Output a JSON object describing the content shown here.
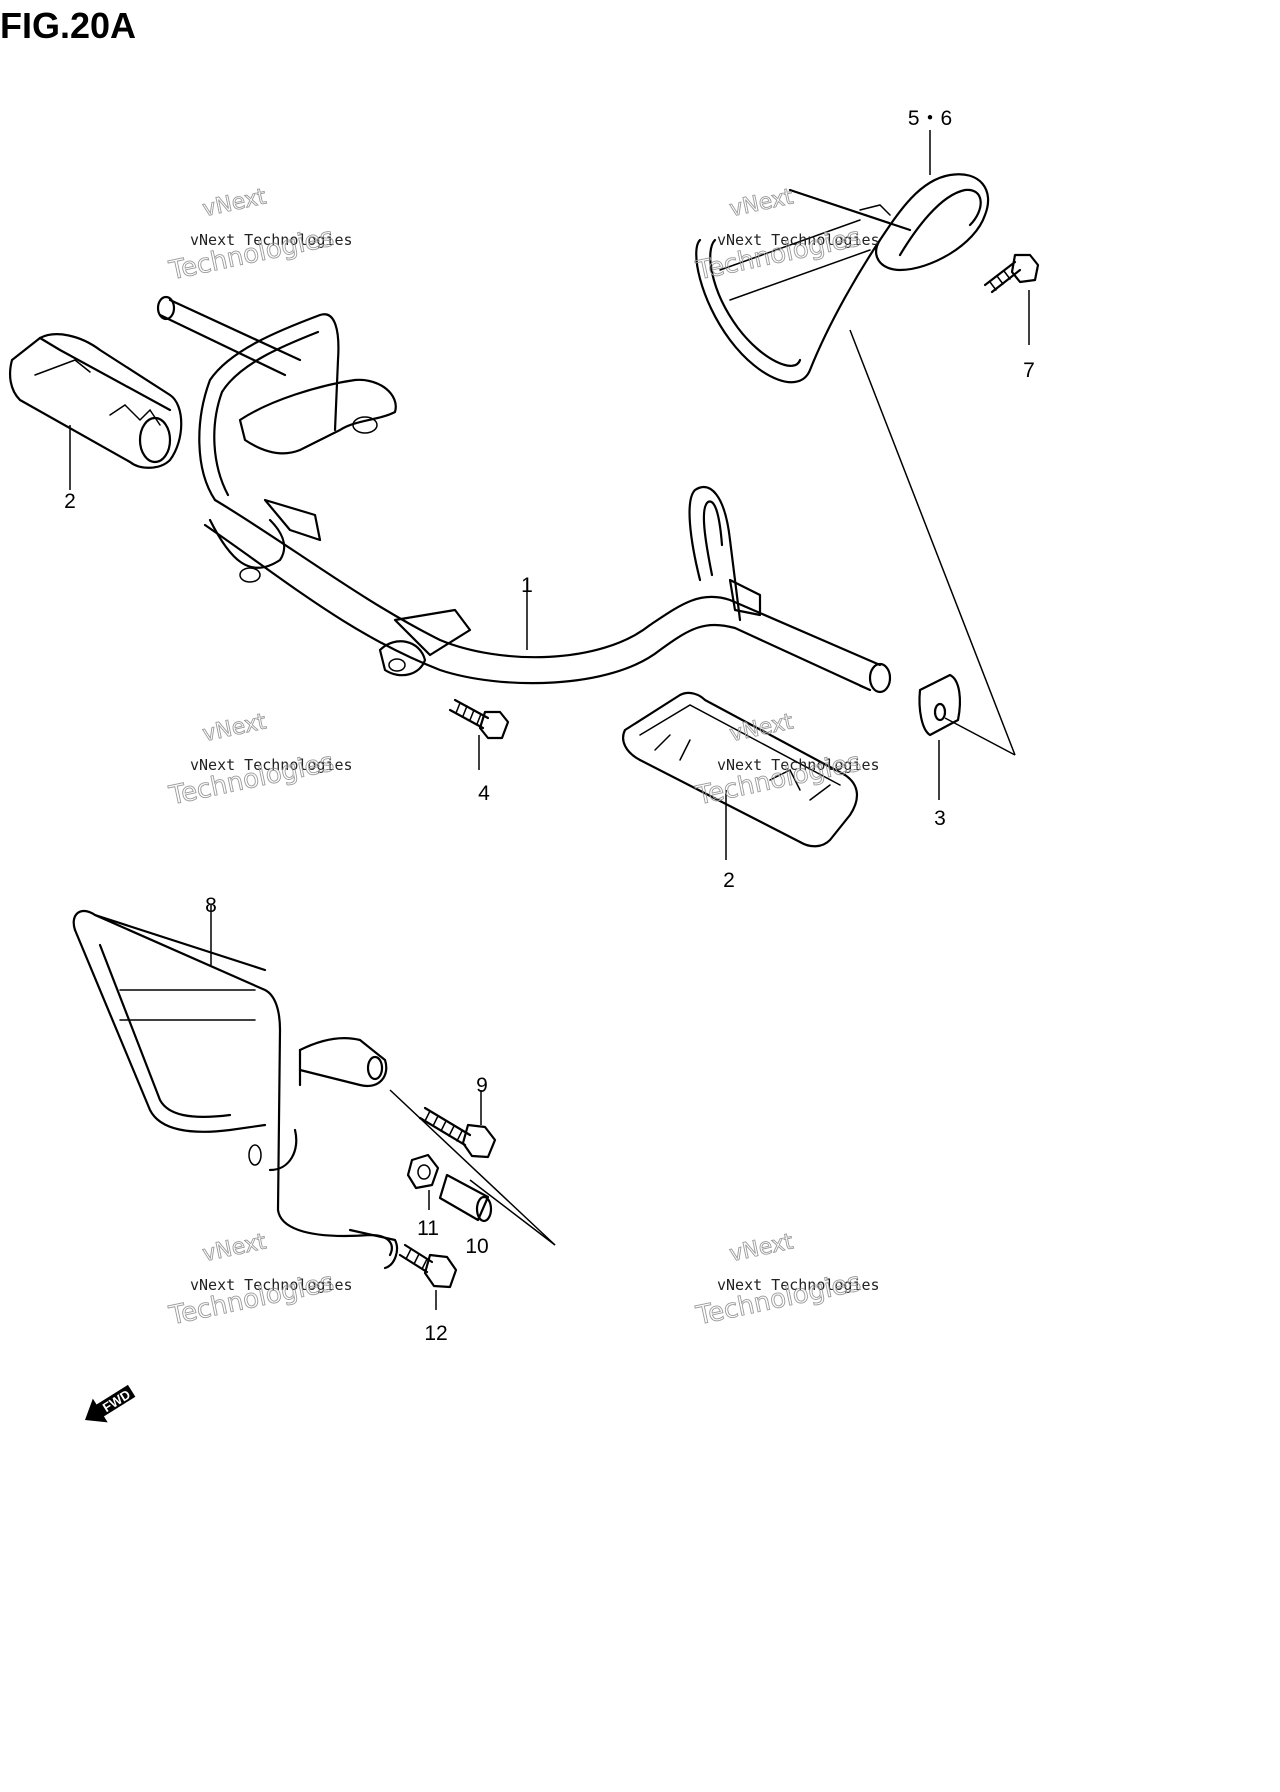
{
  "figure": {
    "title": "FIG.20A"
  },
  "callouts": {
    "c1": "1",
    "c2a": "2",
    "c2b": "2",
    "c3": "3",
    "c4": "4",
    "c56": "5・6",
    "c7": "7",
    "c8": "8",
    "c9": "9",
    "c10": "10",
    "c11": "11",
    "c12": "12"
  },
  "watermark": {
    "line1": "vNext",
    "line2": "vNext Technologies",
    "line3": "Technologies"
  },
  "fwd_label": "FWD",
  "icons": [
    "fwd-arrow-icon"
  ]
}
